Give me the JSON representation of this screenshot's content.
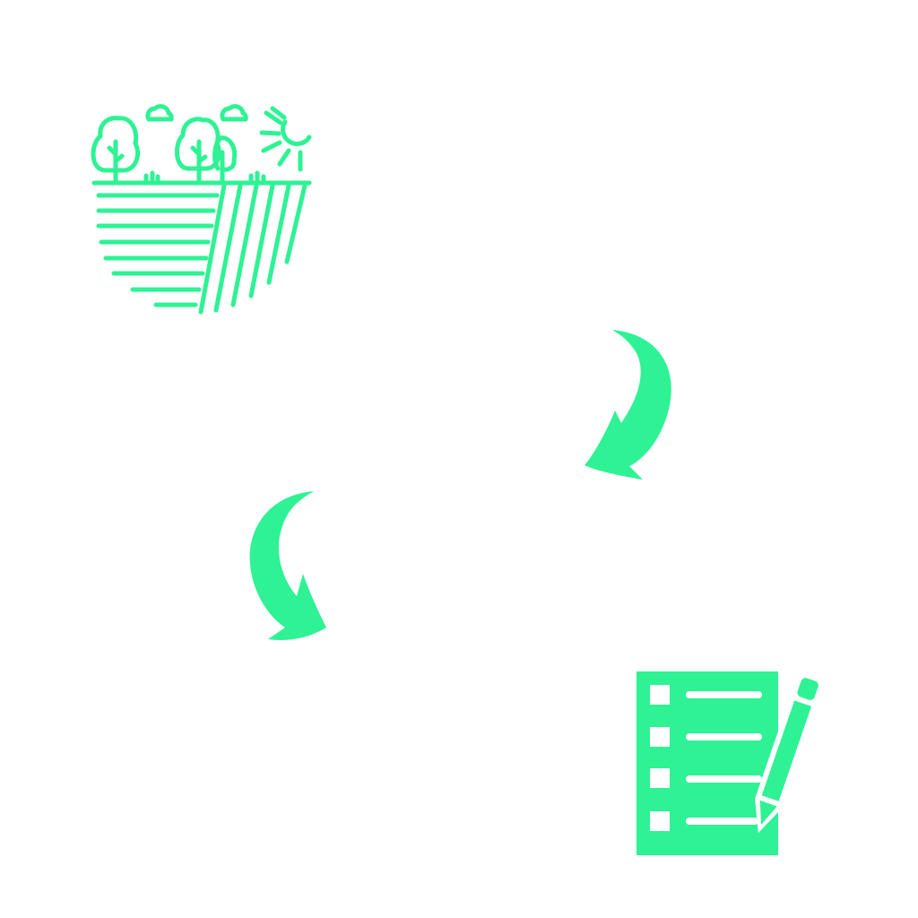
{
  "diagram": {
    "background": "#ffffff",
    "accent": "#2ef294",
    "nodes": [
      {
        "id": "land",
        "icon": "farmland-landscape-icon"
      },
      {
        "id": "checklist",
        "icon": "checklist-pencil-icon"
      }
    ],
    "connectors": [
      {
        "id": "arrow-1",
        "icon": "curved-arrow-down-left-icon"
      },
      {
        "id": "arrow-2",
        "icon": "curved-arrow-down-right-icon"
      }
    ]
  }
}
